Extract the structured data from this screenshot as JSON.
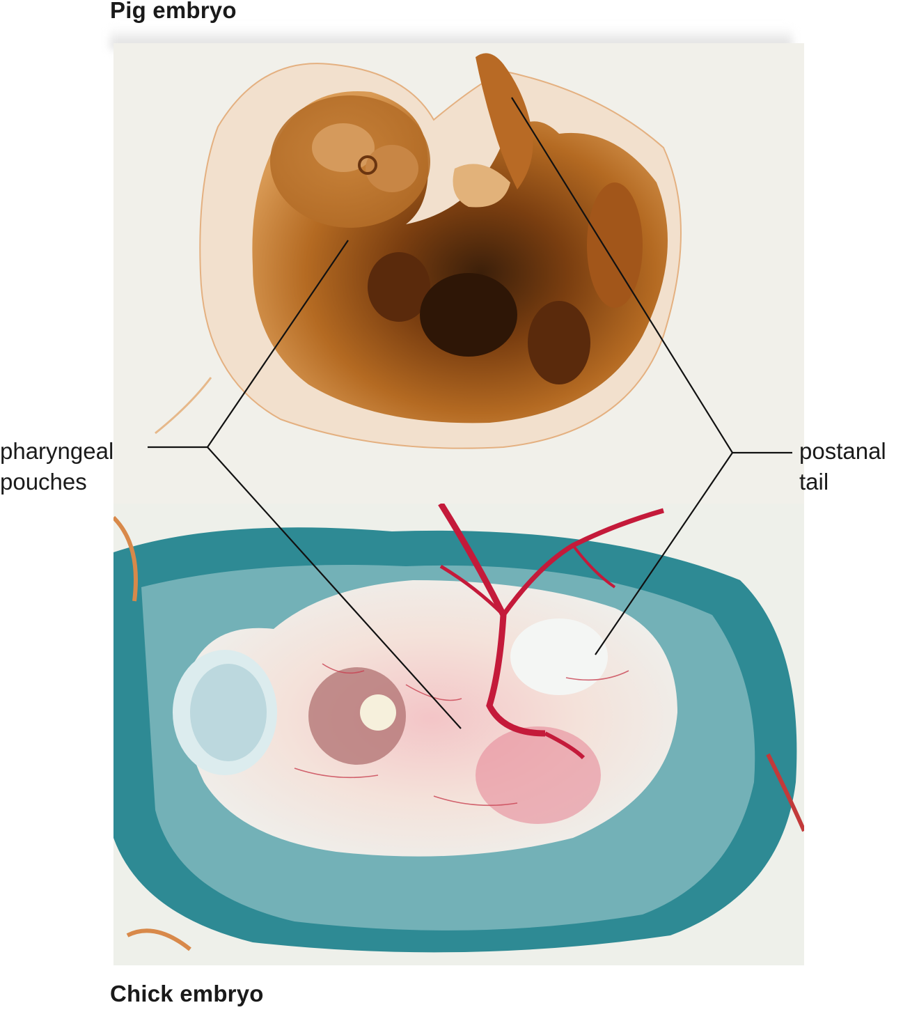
{
  "captions": {
    "top": "Pig embryo",
    "bottom": "Chick embryo"
  },
  "labels": {
    "left_line1": "pharyngeal",
    "left_line2": "pouches",
    "right_line1": "postanal",
    "right_line2": "tail"
  },
  "colors": {
    "pig_background": "#f1f0ea",
    "pig_embryo": "#b06a22",
    "chick_background": "#2f8a94",
    "chick_embryo": "#f4e4dc",
    "blood_vessel": "#c41a3a",
    "leader_line": "#111111"
  }
}
